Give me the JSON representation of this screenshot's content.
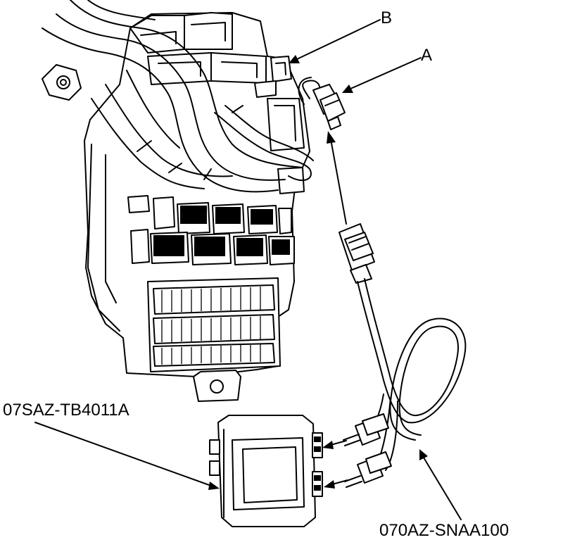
{
  "labels": {
    "b": "B",
    "a": "A",
    "tool1": "07SAZ-TB4011A",
    "tool2": "070AZ-SNAA100"
  },
  "colors": {
    "line": "#000000",
    "background": "#ffffff"
  }
}
